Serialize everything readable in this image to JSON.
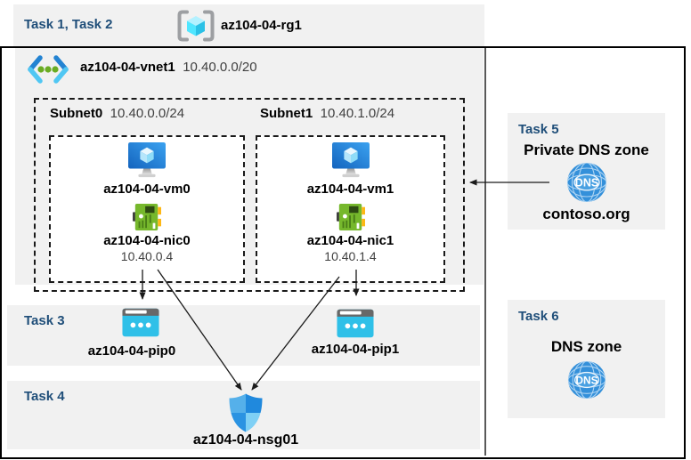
{
  "header": {
    "tasks": "Task 1, Task 2",
    "resource_group": "az104-04-rg1"
  },
  "vnet": {
    "name": "az104-04-vnet1",
    "cidr": "10.40.0.0/20",
    "subnets": [
      {
        "name": "Subnet0",
        "cidr": "10.40.0.0/24",
        "vm": "az104-04-vm0",
        "nic": "az104-04-nic0",
        "ip": "10.40.0.4"
      },
      {
        "name": "Subnet1",
        "cidr": "10.40.1.0/24",
        "vm": "az104-04-vm1",
        "nic": "az104-04-nic1",
        "ip": "10.40.1.4"
      }
    ]
  },
  "task3": {
    "label": "Task 3",
    "pip0": "az104-04-pip0",
    "pip1": "az104-04-pip1"
  },
  "task4": {
    "label": "Task 4",
    "nsg": "az104-04-nsg01"
  },
  "task5": {
    "label": "Task 5",
    "title": "Private DNS zone",
    "zone": "contoso.org"
  },
  "task6": {
    "label": "Task 6",
    "title": "DNS zone"
  },
  "connections": [
    {
      "from": "az104-04-nic0",
      "to": "az104-04-pip0"
    },
    {
      "from": "az104-04-nic0",
      "to": "az104-04-nsg01"
    },
    {
      "from": "az104-04-nic1",
      "to": "az104-04-pip1"
    },
    {
      "from": "az104-04-nic1",
      "to": "az104-04-nsg01"
    },
    {
      "from": "contoso.org",
      "to": "Subnet1"
    }
  ],
  "icons": {
    "resource_group": "resource-group-icon",
    "vnet": "virtual-network-icon",
    "vm": "virtual-machine-icon",
    "nic": "network-interface-icon",
    "pip": "public-ip-icon",
    "nsg": "network-security-group-icon",
    "dns": "dns-zone-icon"
  },
  "colors": {
    "task_label": "#1f4e79",
    "panel_bg": "#f1f1f1",
    "vm_blue": "#1b7fd6",
    "nic_green": "#76b82c",
    "pip_cyan": "#2fc0e8",
    "nsg_blue": "#2089dd",
    "dns_blue": "#3490da",
    "arrow": "#1a1a1a"
  }
}
